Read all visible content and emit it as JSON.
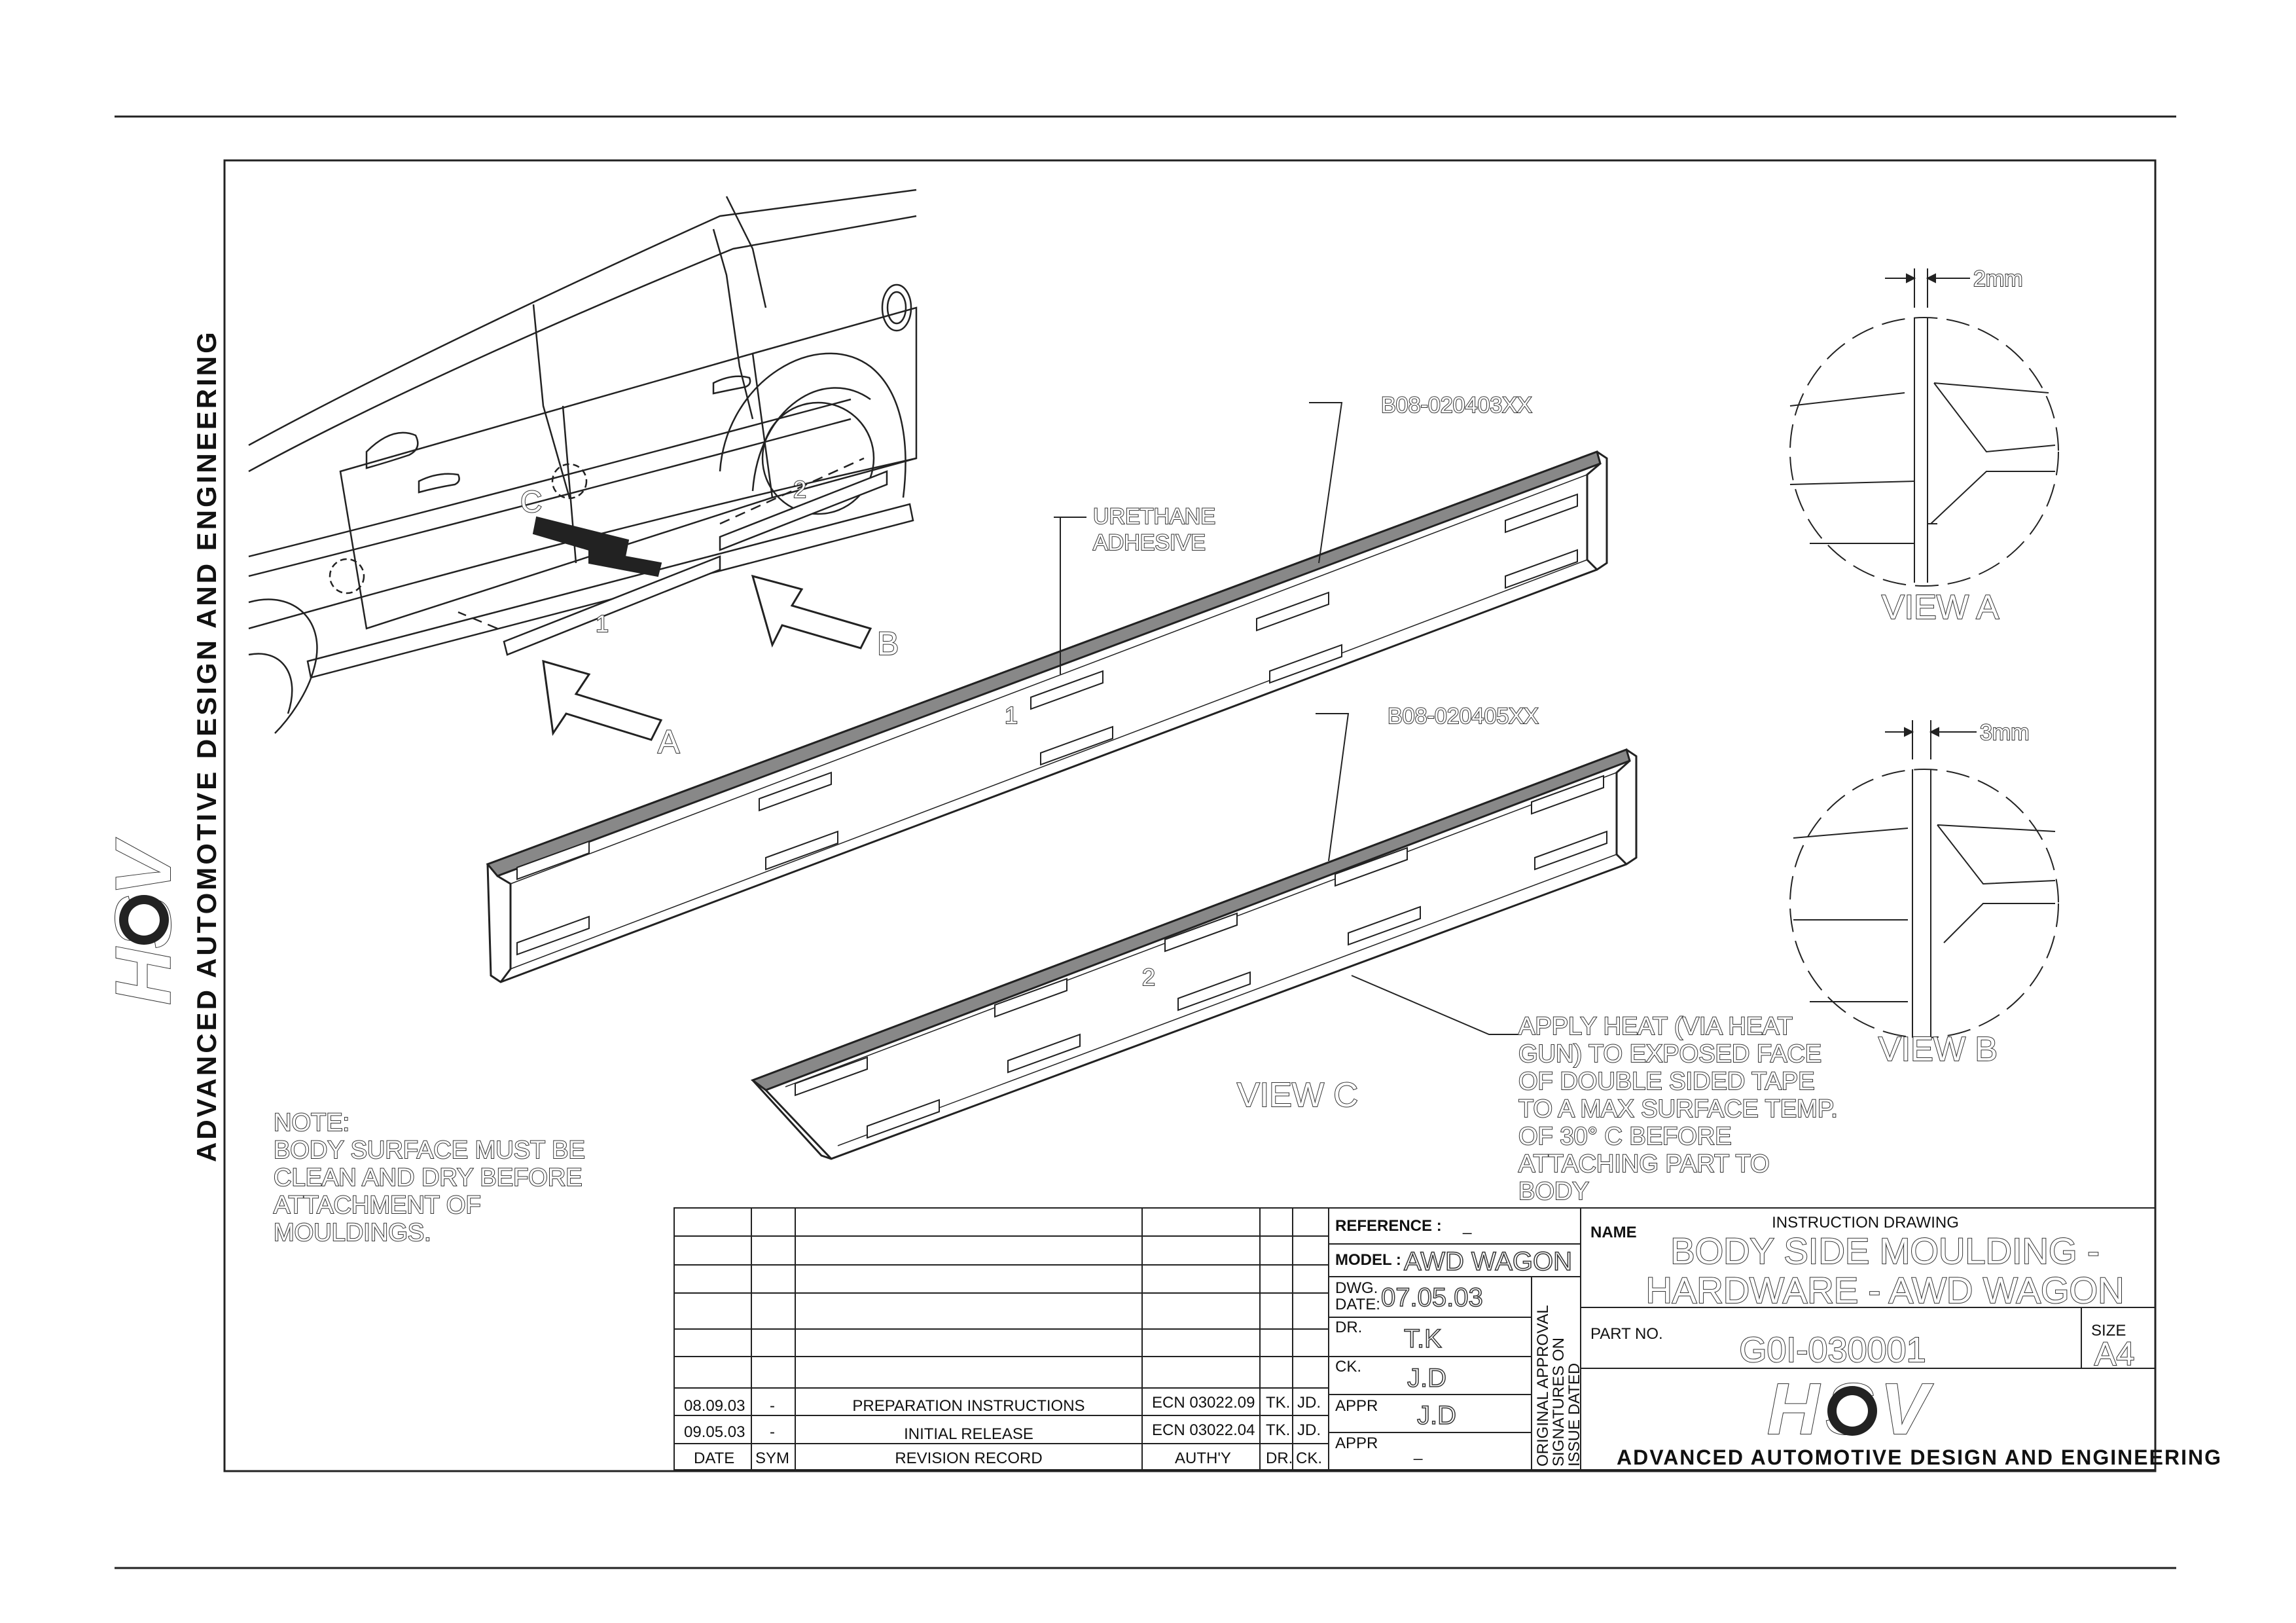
{
  "brand": {
    "logo_text": "HSV",
    "company": "ADVANCED AUTOMOTIVE DESIGN AND ENGINEERING"
  },
  "callouts": {
    "part1": "B08-020403XX",
    "part2": "B08-020405XX",
    "adhesive_line1": "URETHANE",
    "adhesive_line2": "ADHESIVE",
    "label_1": "1",
    "label_2": "2",
    "view_ref_a": "A",
    "view_ref_b": "B",
    "view_ref_c": "C",
    "view_a": "VIEW A",
    "view_b": "VIEW B",
    "view_c": "VIEW C",
    "dim_a": "2mm",
    "dim_b": "3mm"
  },
  "heat_note": [
    "APPLY HEAT (VIA HEAT",
    "GUN) TO EXPOSED FACE",
    "OF DOUBLE SIDED TAPE",
    "TO A MAX SURFACE TEMP.",
    "OF 30° C BEFORE",
    "ATTACHING PART  TO",
    "BODY"
  ],
  "note": [
    "NOTE:",
    "BODY SURFACE MUST BE",
    "CLEAN AND DRY BEFORE",
    "ATTACHMENT OF",
    "MOULDINGS."
  ],
  "revisions": {
    "headers": [
      "DATE",
      "SYM",
      "REVISION RECORD",
      "AUTH'Y",
      "DR.",
      "CK."
    ],
    "rows": [
      [
        "08.09.03",
        "-",
        "PREPARATION INSTRUCTIONS",
        "ECN 03022.09",
        "TK.",
        "JD."
      ],
      [
        "09.05.03",
        "-",
        "INITIAL RELEASE",
        "ECN 03022.04",
        "TK.",
        "JD."
      ]
    ]
  },
  "title_block": {
    "reference_label": "REFERENCE :",
    "reference_value": "_",
    "model_label": "MODEL :",
    "model_value": "AWD WAGON",
    "dwg_date_label1": "DWG.",
    "dwg_date_label2": "DATE:",
    "dwg_date_value": "07.05.03",
    "dr_label": "DR.",
    "dr_value": "T.K",
    "ck_label": "CK.",
    "ck_value": "J.D",
    "appr_label": "APPR",
    "appr1_value": "J.D",
    "appr2_value": "_",
    "approval_line1": "ORIGINAL APPROVAL",
    "approval_line2": "SIGNATURES ON",
    "approval_line3": "ISSUE DATED",
    "name_label": "NAME",
    "drawing_type": "INSTRUCTION DRAWING",
    "title_line1": "BODY SIDE MOULDING -",
    "title_line2": "HARDWARE - AWD WAGON",
    "part_no_label": "PART NO.",
    "part_no_value": "G0I-030001",
    "size_label": "SIZE",
    "size_value": "A4"
  }
}
